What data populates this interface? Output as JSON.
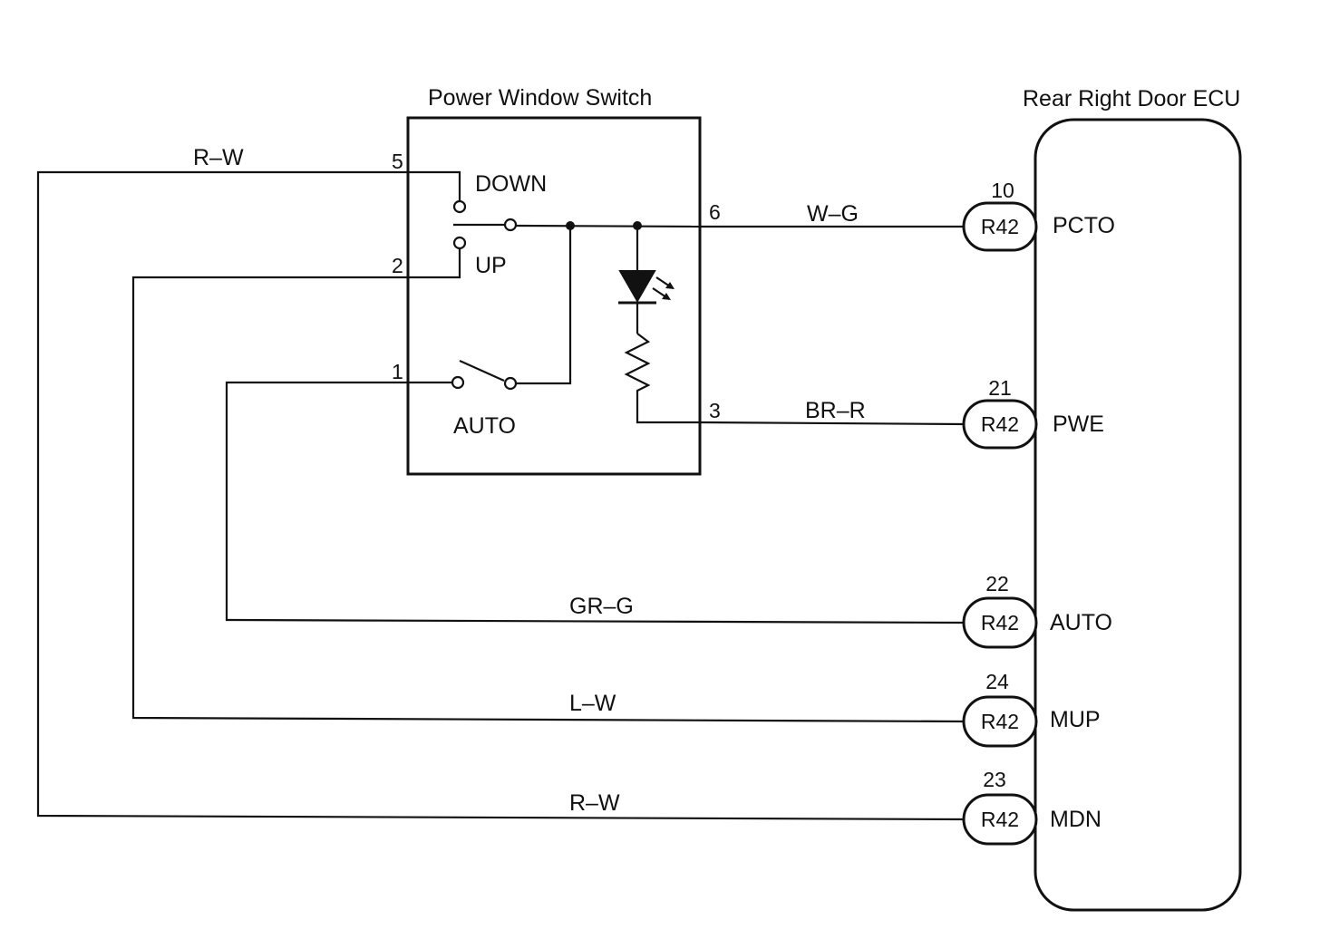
{
  "switch": {
    "title": "Power Window Switch",
    "labels": {
      "down": "DOWN",
      "up": "UP",
      "auto": "AUTO"
    },
    "pins": {
      "p5": "5",
      "p2": "2",
      "p1": "1",
      "p6": "6",
      "p3": "3"
    }
  },
  "ecu": {
    "title": "Rear Right Door ECU",
    "connectors": [
      {
        "pin": "10",
        "code": "R42",
        "signal": "PCTO"
      },
      {
        "pin": "21",
        "code": "R42",
        "signal": "PWE"
      },
      {
        "pin": "22",
        "code": "R42",
        "signal": "AUTO"
      },
      {
        "pin": "24",
        "code": "R42",
        "signal": "MUP"
      },
      {
        "pin": "23",
        "code": "R42",
        "signal": "MDN"
      }
    ]
  },
  "wires": {
    "top_rw": "R–W",
    "pcto": "W–G",
    "pwe": "BR–R",
    "auto": "GR–G",
    "mup": "L–W",
    "mdn": "R–W"
  },
  "colors": {
    "line": "#111111",
    "background": "#ffffff"
  }
}
